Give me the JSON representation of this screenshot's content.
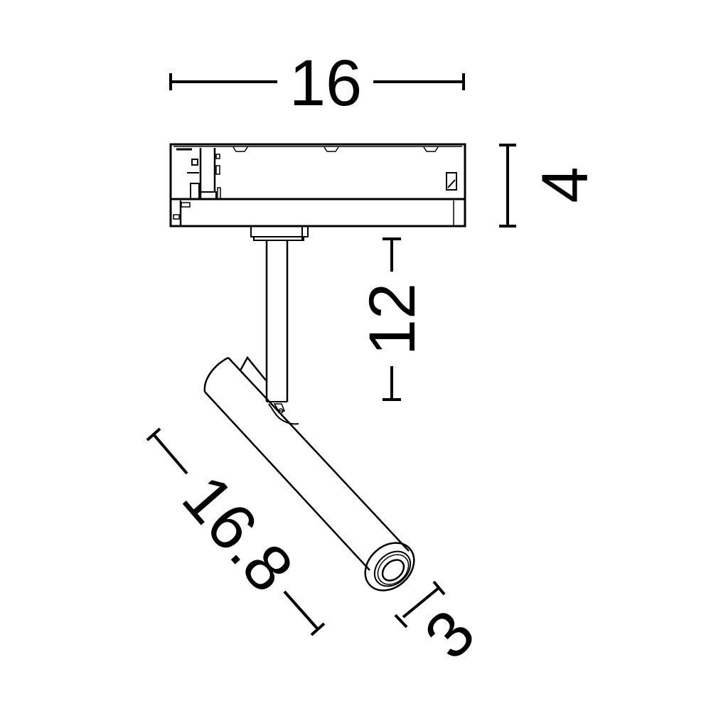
{
  "diagram": {
    "type": "technical-dimension-drawing",
    "subject": "track spotlight",
    "colors": {
      "line": "#000000",
      "background": "#ffffff"
    },
    "dimensions": {
      "width": {
        "label": "16",
        "orientation": "horizontal"
      },
      "adapter_height": {
        "label": "4",
        "orientation": "vertical"
      },
      "stem_height": {
        "label": "12",
        "orientation": "vertical"
      },
      "tube_length": {
        "label": "16.8",
        "orientation": "diagonal"
      },
      "tube_diameter": {
        "label": "3",
        "orientation": "diagonal"
      }
    }
  }
}
